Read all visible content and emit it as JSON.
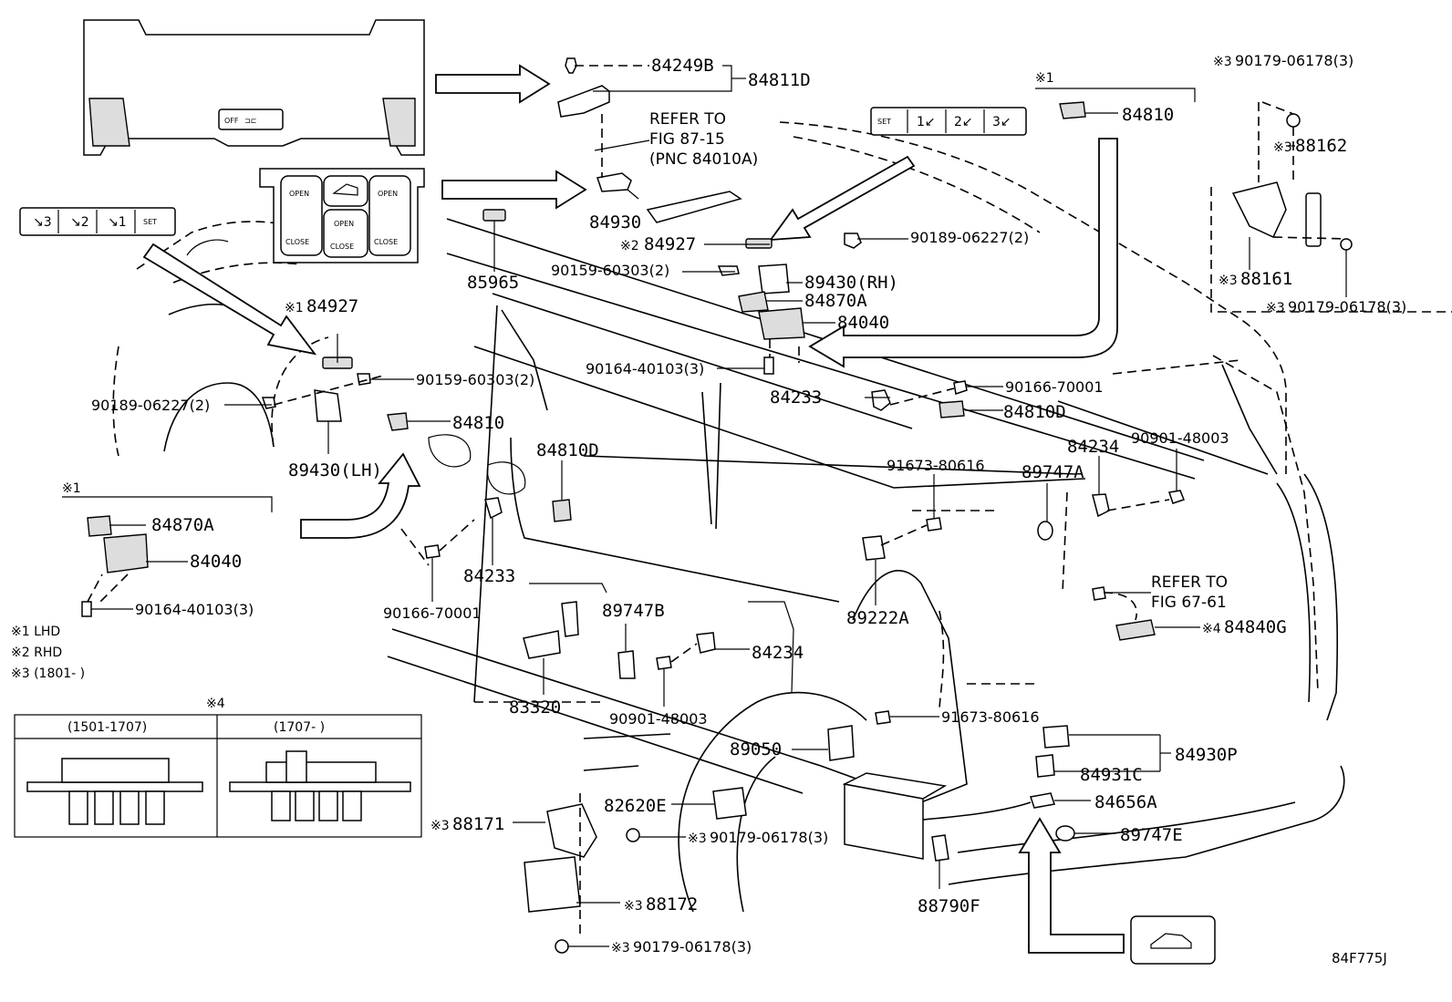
{
  "part_labels": {
    "p84249B": "84249B",
    "p84811D": "84811D",
    "refer1_a": "REFER TO",
    "refer1_b": "FIG 87-15",
    "refer1_c": "(PNC 84010A)",
    "p84930": "84930",
    "p85965": "85965",
    "p84927_rh": "84927",
    "p90159_top": "90159-60303(2)",
    "p90189_rh": "90189-06227(2)",
    "p89430rh": "89430(RH)",
    "p84870A_rh": "84870A",
    "p84040_rh": "84040",
    "p90164_rh": "90164-40103(3)",
    "p84810_top": "84810",
    "p84927_lh": "84927",
    "p90159_lh": "90159-60303(2)",
    "p90189_lh": "90189-06227(2)",
    "p89430lh": "89430(LH)",
    "p84810_lh": "84810",
    "p84810D_mid": "84810D",
    "p84233_rh": "84233",
    "p90166_rh": "90166-70001",
    "p84810D_rh": "84810D",
    "p84234_rh": "84234",
    "p90901_rh": "90901-48003",
    "p91673_top": "91673-80616",
    "p89747A": "89747A",
    "p84233_lh": "84233",
    "p90166_lh": "90166-70001",
    "p89747B": "89747B",
    "p84234_lh": "84234",
    "p83320": "83320",
    "p90901_lh": "90901-48003",
    "p89222A": "89222A",
    "refer2_a": "REFER TO",
    "refer2_b": "FIG 67-61",
    "p84840G": "84840G",
    "p91673_bot": "91673-80616",
    "p89050": "89050",
    "p84930P": "84930P",
    "p84931C": "84931C",
    "p84656A": "84656A",
    "p89747E": "89747E",
    "p82620E": "82620E",
    "p88171": "88171",
    "p90179_mid": "90179-06178(3)",
    "p88172": "88172",
    "p90179_bot": "90179-06178(3)",
    "p88790F": "88790F",
    "p84870A_lhd": "84870A",
    "p84040_lhd": "84040",
    "p90164_lhd": "90164-40103(3)",
    "p90179_tr1": "90179-06178(3)",
    "p88162": "88162",
    "p88161": "88161",
    "p90179_tr2": "90179-06178(3)"
  },
  "markers": {
    "m1": "※1",
    "m2": "※2",
    "m3": "※3",
    "m4": "※4"
  },
  "legend": {
    "l1": "※1 LHD",
    "l2": "※2 RHD",
    "l3": "※3 (1801-      )",
    "box4_title": "※4",
    "box4_col1": "(1501-1707)",
    "box4_col2": "(1707-      )"
  },
  "switch_panels": {
    "door_open": "OPEN",
    "door_close": "CLOSE",
    "overhead_off": "OFF",
    "memory_left": [
      "​3",
      "​2",
      "​1",
      "SET"
    ],
    "memory_right": [
      "SET",
      "1",
      "2",
      "3"
    ]
  },
  "figure_code": "84F775J"
}
